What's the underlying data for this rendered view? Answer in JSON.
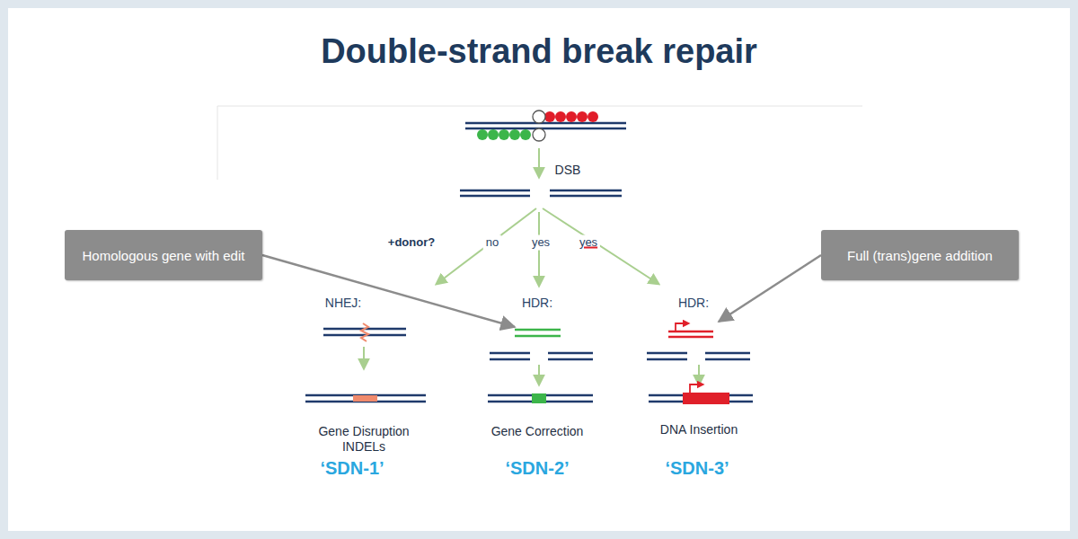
{
  "diagram": {
    "title": "Double-strand break repair",
    "nodes": [
      {
        "text": [
          "Homologous gene with edit"
        ]
      },
      {
        "text": [
          "Full (trans)gene addition"
        ]
      }
    ],
    "labels": [
      "DSB",
      "+donor?",
      "no",
      "yes",
      "yes",
      "NHEJ:",
      "HDR:",
      "HDR:",
      "Gene Disruption",
      "INDELs",
      "Gene Correction",
      "DNA Insertion",
      "‘SDN-1’",
      "‘SDN-2’",
      "‘SDN-3’"
    ]
  }
}
